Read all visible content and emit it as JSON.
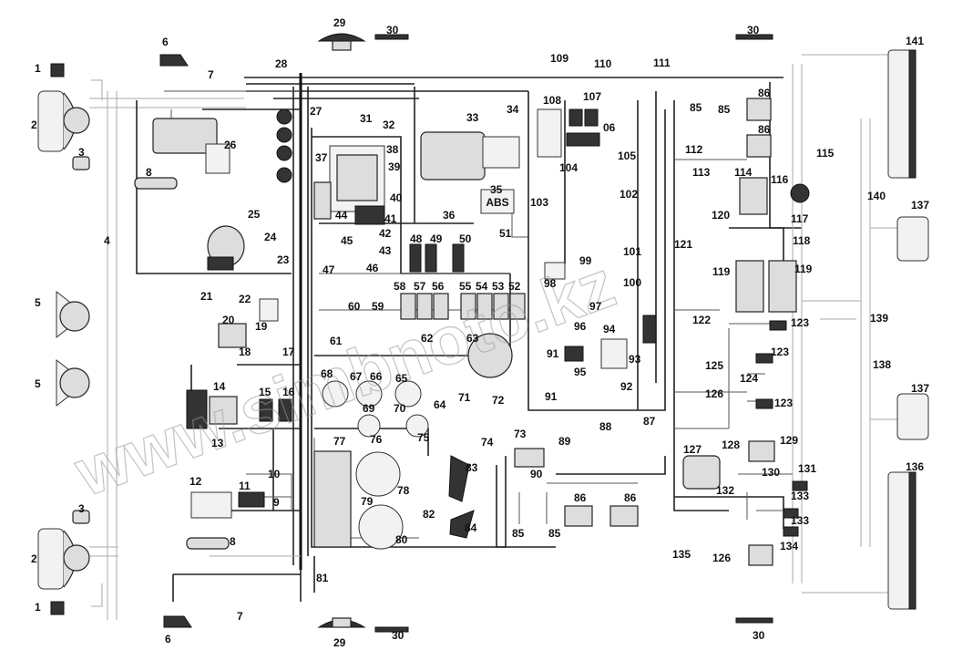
{
  "watermark": "www.simbnoto.kz",
  "abs_label": "ABS",
  "callouts": [
    {
      "id": "c1a",
      "t": "1"
    },
    {
      "id": "c1b",
      "t": "1"
    },
    {
      "id": "c2a",
      "t": "2"
    },
    {
      "id": "c2b",
      "t": "2"
    },
    {
      "id": "c3a",
      "t": "3"
    },
    {
      "id": "c3b",
      "t": "3"
    },
    {
      "id": "c4",
      "t": "4"
    },
    {
      "id": "c5a",
      "t": "5"
    },
    {
      "id": "c5b",
      "t": "5"
    },
    {
      "id": "c6a",
      "t": "6"
    },
    {
      "id": "c6b",
      "t": "6"
    },
    {
      "id": "c7a",
      "t": "7"
    },
    {
      "id": "c7b",
      "t": "7"
    },
    {
      "id": "c8a",
      "t": "8"
    },
    {
      "id": "c8b",
      "t": "8"
    },
    {
      "id": "c9",
      "t": "9"
    },
    {
      "id": "c10",
      "t": "10"
    },
    {
      "id": "c11",
      "t": "11"
    },
    {
      "id": "c12",
      "t": "12"
    },
    {
      "id": "c13",
      "t": "13"
    },
    {
      "id": "c14",
      "t": "14"
    },
    {
      "id": "c15",
      "t": "15"
    },
    {
      "id": "c16",
      "t": "16"
    },
    {
      "id": "c17",
      "t": "17"
    },
    {
      "id": "c18",
      "t": "18"
    },
    {
      "id": "c19",
      "t": "19"
    },
    {
      "id": "c20",
      "t": "20"
    },
    {
      "id": "c21",
      "t": "21"
    },
    {
      "id": "c22",
      "t": "22"
    },
    {
      "id": "c23",
      "t": "23"
    },
    {
      "id": "c24",
      "t": "24"
    },
    {
      "id": "c25",
      "t": "25"
    },
    {
      "id": "c26",
      "t": "26"
    },
    {
      "id": "c27",
      "t": "27"
    },
    {
      "id": "c28",
      "t": "28"
    },
    {
      "id": "c29a",
      "t": "29"
    },
    {
      "id": "c29b",
      "t": "29"
    },
    {
      "id": "c30a",
      "t": "30"
    },
    {
      "id": "c30b",
      "t": "30"
    },
    {
      "id": "c30c",
      "t": "30"
    },
    {
      "id": "c30d",
      "t": "30"
    },
    {
      "id": "c31",
      "t": "31"
    },
    {
      "id": "c32",
      "t": "32"
    },
    {
      "id": "c33",
      "t": "33"
    },
    {
      "id": "c34",
      "t": "34"
    },
    {
      "id": "c35",
      "t": "35"
    },
    {
      "id": "c36",
      "t": "36"
    },
    {
      "id": "c37",
      "t": "37"
    },
    {
      "id": "c38",
      "t": "38"
    },
    {
      "id": "c39",
      "t": "39"
    },
    {
      "id": "c40",
      "t": "40"
    },
    {
      "id": "c41",
      "t": "41"
    },
    {
      "id": "c42",
      "t": "42"
    },
    {
      "id": "c43",
      "t": "43"
    },
    {
      "id": "c44",
      "t": "44"
    },
    {
      "id": "c45",
      "t": "45"
    },
    {
      "id": "c46",
      "t": "46"
    },
    {
      "id": "c47",
      "t": "47"
    },
    {
      "id": "c48",
      "t": "48"
    },
    {
      "id": "c49",
      "t": "49"
    },
    {
      "id": "c50",
      "t": "50"
    },
    {
      "id": "c51",
      "t": "51"
    },
    {
      "id": "c52",
      "t": "52"
    },
    {
      "id": "c53",
      "t": "53"
    },
    {
      "id": "c54",
      "t": "54"
    },
    {
      "id": "c55",
      "t": "55"
    },
    {
      "id": "c56",
      "t": "56"
    },
    {
      "id": "c57",
      "t": "57"
    },
    {
      "id": "c58",
      "t": "58"
    },
    {
      "id": "c59",
      "t": "59"
    },
    {
      "id": "c60",
      "t": "60"
    },
    {
      "id": "c61",
      "t": "61"
    },
    {
      "id": "c62",
      "t": "62"
    },
    {
      "id": "c63",
      "t": "63"
    },
    {
      "id": "c64",
      "t": "64"
    },
    {
      "id": "c65",
      "t": "65"
    },
    {
      "id": "c66",
      "t": "66"
    },
    {
      "id": "c67",
      "t": "67"
    },
    {
      "id": "c68",
      "t": "68"
    },
    {
      "id": "c69",
      "t": "69"
    },
    {
      "id": "c70",
      "t": "70"
    },
    {
      "id": "c71",
      "t": "71"
    },
    {
      "id": "c72",
      "t": "72"
    },
    {
      "id": "c73",
      "t": "73"
    },
    {
      "id": "c74",
      "t": "74"
    },
    {
      "id": "c75",
      "t": "75"
    },
    {
      "id": "c76",
      "t": "76"
    },
    {
      "id": "c77",
      "t": "77"
    },
    {
      "id": "c78",
      "t": "78"
    },
    {
      "id": "c79",
      "t": "79"
    },
    {
      "id": "c80",
      "t": "80"
    },
    {
      "id": "c81",
      "t": "81"
    },
    {
      "id": "c82",
      "t": "82"
    },
    {
      "id": "c83",
      "t": "83"
    },
    {
      "id": "c84",
      "t": "84"
    },
    {
      "id": "c85a",
      "t": "85"
    },
    {
      "id": "c85b",
      "t": "85"
    },
    {
      "id": "c85c",
      "t": "85"
    },
    {
      "id": "c85d",
      "t": "85"
    },
    {
      "id": "c86a",
      "t": "86"
    },
    {
      "id": "c86b",
      "t": "86"
    },
    {
      "id": "c86c",
      "t": "86"
    },
    {
      "id": "c86d",
      "t": "86"
    },
    {
      "id": "c87",
      "t": "87"
    },
    {
      "id": "c88",
      "t": "88"
    },
    {
      "id": "c89",
      "t": "89"
    },
    {
      "id": "c90",
      "t": "90"
    },
    {
      "id": "c91a",
      "t": "91"
    },
    {
      "id": "c91b",
      "t": "91"
    },
    {
      "id": "c92",
      "t": "92"
    },
    {
      "id": "c93",
      "t": "93"
    },
    {
      "id": "c94",
      "t": "94"
    },
    {
      "id": "c95",
      "t": "95"
    },
    {
      "id": "c96",
      "t": "96"
    },
    {
      "id": "c97",
      "t": "97"
    },
    {
      "id": "c98",
      "t": "98"
    },
    {
      "id": "c99",
      "t": "99"
    },
    {
      "id": "c100",
      "t": "100"
    },
    {
      "id": "c101",
      "t": "101"
    },
    {
      "id": "c102",
      "t": "102"
    },
    {
      "id": "c103",
      "t": "103"
    },
    {
      "id": "c104",
      "t": "104"
    },
    {
      "id": "c105",
      "t": "105"
    },
    {
      "id": "c106",
      "t": "06"
    },
    {
      "id": "c107",
      "t": "107"
    },
    {
      "id": "c108",
      "t": "108"
    },
    {
      "id": "c109",
      "t": "109"
    },
    {
      "id": "c110",
      "t": "110"
    },
    {
      "id": "c111",
      "t": "111"
    },
    {
      "id": "c112",
      "t": "112"
    },
    {
      "id": "c113",
      "t": "113"
    },
    {
      "id": "c114",
      "t": "114"
    },
    {
      "id": "c115",
      "t": "115"
    },
    {
      "id": "c116",
      "t": "116"
    },
    {
      "id": "c117",
      "t": "117"
    },
    {
      "id": "c118",
      "t": "118"
    },
    {
      "id": "c119a",
      "t": "119"
    },
    {
      "id": "c119b",
      "t": "119"
    },
    {
      "id": "c120",
      "t": "120"
    },
    {
      "id": "c121",
      "t": "121"
    },
    {
      "id": "c122",
      "t": "122"
    },
    {
      "id": "c123a",
      "t": "123"
    },
    {
      "id": "c123b",
      "t": "123"
    },
    {
      "id": "c123c",
      "t": "123"
    },
    {
      "id": "c124",
      "t": "124"
    },
    {
      "id": "c125",
      "t": "125"
    },
    {
      "id": "c126a",
      "t": "126"
    },
    {
      "id": "c126b",
      "t": "126"
    },
    {
      "id": "c127",
      "t": "127"
    },
    {
      "id": "c128",
      "t": "128"
    },
    {
      "id": "c129",
      "t": "129"
    },
    {
      "id": "c130",
      "t": "130"
    },
    {
      "id": "c131",
      "t": "131"
    },
    {
      "id": "c132",
      "t": "132"
    },
    {
      "id": "c133a",
      "t": "133"
    },
    {
      "id": "c133b",
      "t": "133"
    },
    {
      "id": "c134",
      "t": "134"
    },
    {
      "id": "c135",
      "t": "135"
    },
    {
      "id": "c136",
      "t": "136"
    },
    {
      "id": "c137a",
      "t": "137"
    },
    {
      "id": "c137b",
      "t": "137"
    },
    {
      "id": "c138",
      "t": "138"
    },
    {
      "id": "c139",
      "t": "139"
    },
    {
      "id": "c140",
      "t": "140"
    },
    {
      "id": "c141",
      "t": "141"
    }
  ]
}
